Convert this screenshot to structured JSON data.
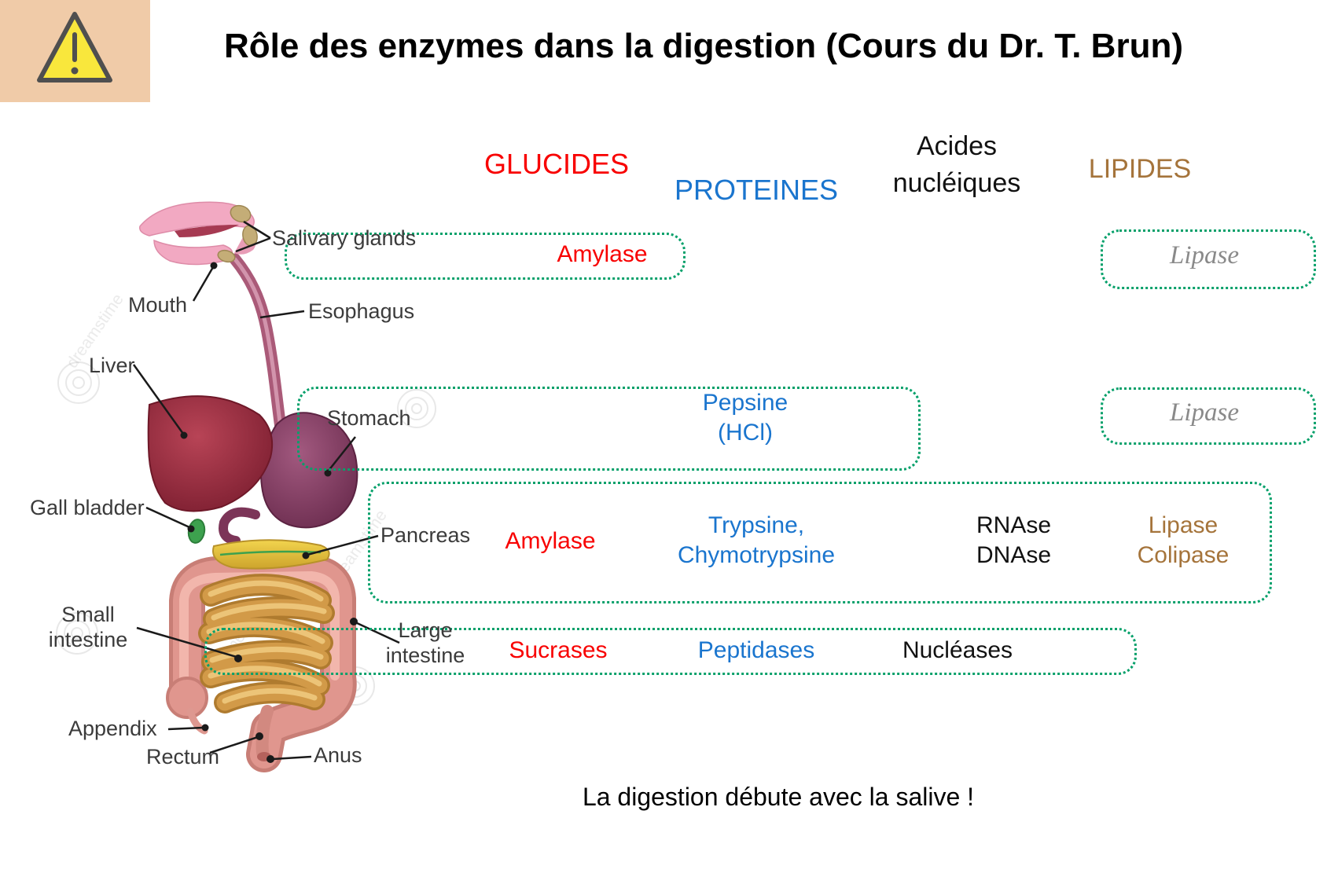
{
  "page": {
    "title": "Rôle des enzymes dans la digestion (Cours du Dr. T. Brun)",
    "caption": "La digestion débute avec la salive !"
  },
  "headers": {
    "glucides": "GLUCIDES",
    "proteines": "PROTEINES",
    "acides_line1": "Acides",
    "acides_line2": "nucléiques",
    "lipides": "LIPIDES"
  },
  "anatomy": {
    "salivary_glands": "Salivary glands",
    "mouth": "Mouth",
    "esophagus": "Esophagus",
    "liver": "Liver",
    "stomach": "Stomach",
    "gall_bladder": "Gall bladder",
    "pancreas": "Pancreas",
    "small_intestine_line1": "Small",
    "small_intestine_line2": "intestine",
    "large_intestine_line1": "Large",
    "large_intestine_line2": "intestine",
    "appendix": "Appendix",
    "rectum": "Rectum",
    "anus": "Anus"
  },
  "enzymes": {
    "salivary_amylase": "Amylase",
    "salivary_lipase": "Lipase",
    "stomach_pepsine_line1": "Pepsine",
    "stomach_pepsine_line2": "(HCl)",
    "stomach_lipase": "Lipase",
    "pancreas_amylase": "Amylase",
    "pancreas_trypsine_line1": "Trypsine,",
    "pancreas_trypsine_line2": "Chymotrypsine",
    "pancreas_rnase": "RNAse",
    "pancreas_dnase": "DNAse",
    "pancreas_lipase": "Lipase",
    "pancreas_colipase": "Colipase",
    "intestine_sucrases": "Sucrases",
    "intestine_peptidases": "Peptidases",
    "intestine_nucleases": "Nucléases"
  },
  "watermark": {
    "text": "dreamstime"
  },
  "colors": {
    "glucides_red": "#F80000",
    "proteines_blue": "#1A75CE",
    "acides_black": "#111111",
    "lipides_brown": "#A5743B",
    "box_dotted_green": "#05A06A",
    "lipase_gray": "#8A8A8A",
    "warning_tile_bg": "#F0CBA8",
    "warning_triangle_yellow": "#F9E73C",
    "warning_triangle_border": "#4F4F4F"
  }
}
